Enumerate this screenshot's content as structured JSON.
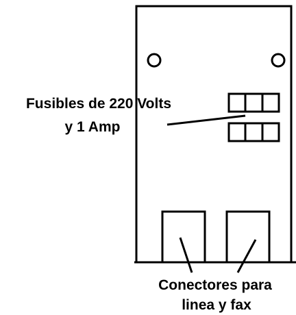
{
  "labels": {
    "fuses_line1": "Fusibles de 220 Volts",
    "fuses_line2": "y 1 Amp",
    "connectors_line1": "Conectores para",
    "connectors_line2": "linea y fax"
  },
  "colors": {
    "ink": "#000000",
    "background": "#ffffff"
  }
}
